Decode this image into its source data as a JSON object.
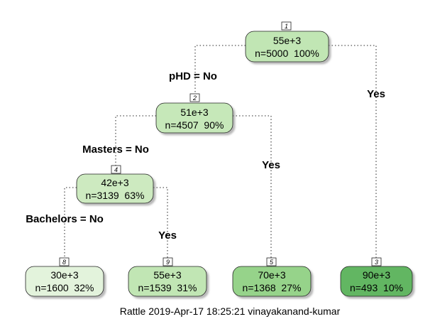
{
  "diagram": {
    "nodes": [
      {
        "id": "1",
        "value": "55e+3",
        "stats": "n=5000  100%",
        "fill": "#c1e6b4"
      },
      {
        "id": "2",
        "value": "51e+3",
        "stats": "n=4507  90%",
        "fill": "#c6e8b9"
      },
      {
        "id": "4",
        "value": "42e+3",
        "stats": "n=3139  63%",
        "fill": "#cdeac0"
      },
      {
        "id": "8",
        "value": "30e+3",
        "stats": "n=1600  32%",
        "fill": "#e3f3dc"
      },
      {
        "id": "9",
        "value": "55e+3",
        "stats": "n=1539  31%",
        "fill": "#c1e6b4"
      },
      {
        "id": "5",
        "value": "70e+3",
        "stats": "n=1368  27%",
        "fill": "#96d38a"
      },
      {
        "id": "3",
        "value": "90e+3",
        "stats": "n=493  10%",
        "fill": "#62b662"
      }
    ],
    "splits": [
      {
        "from": "1",
        "left_label": "pHD = No",
        "right_label": "Yes"
      },
      {
        "from": "2",
        "left_label": "Masters = No",
        "right_label": "Yes"
      },
      {
        "from": "4",
        "left_label": "Bachelors = No",
        "right_label": "Yes"
      }
    ],
    "footer": "Rattle 2019-Apr-17 18:25:21 vinayakanand-kumar"
  }
}
